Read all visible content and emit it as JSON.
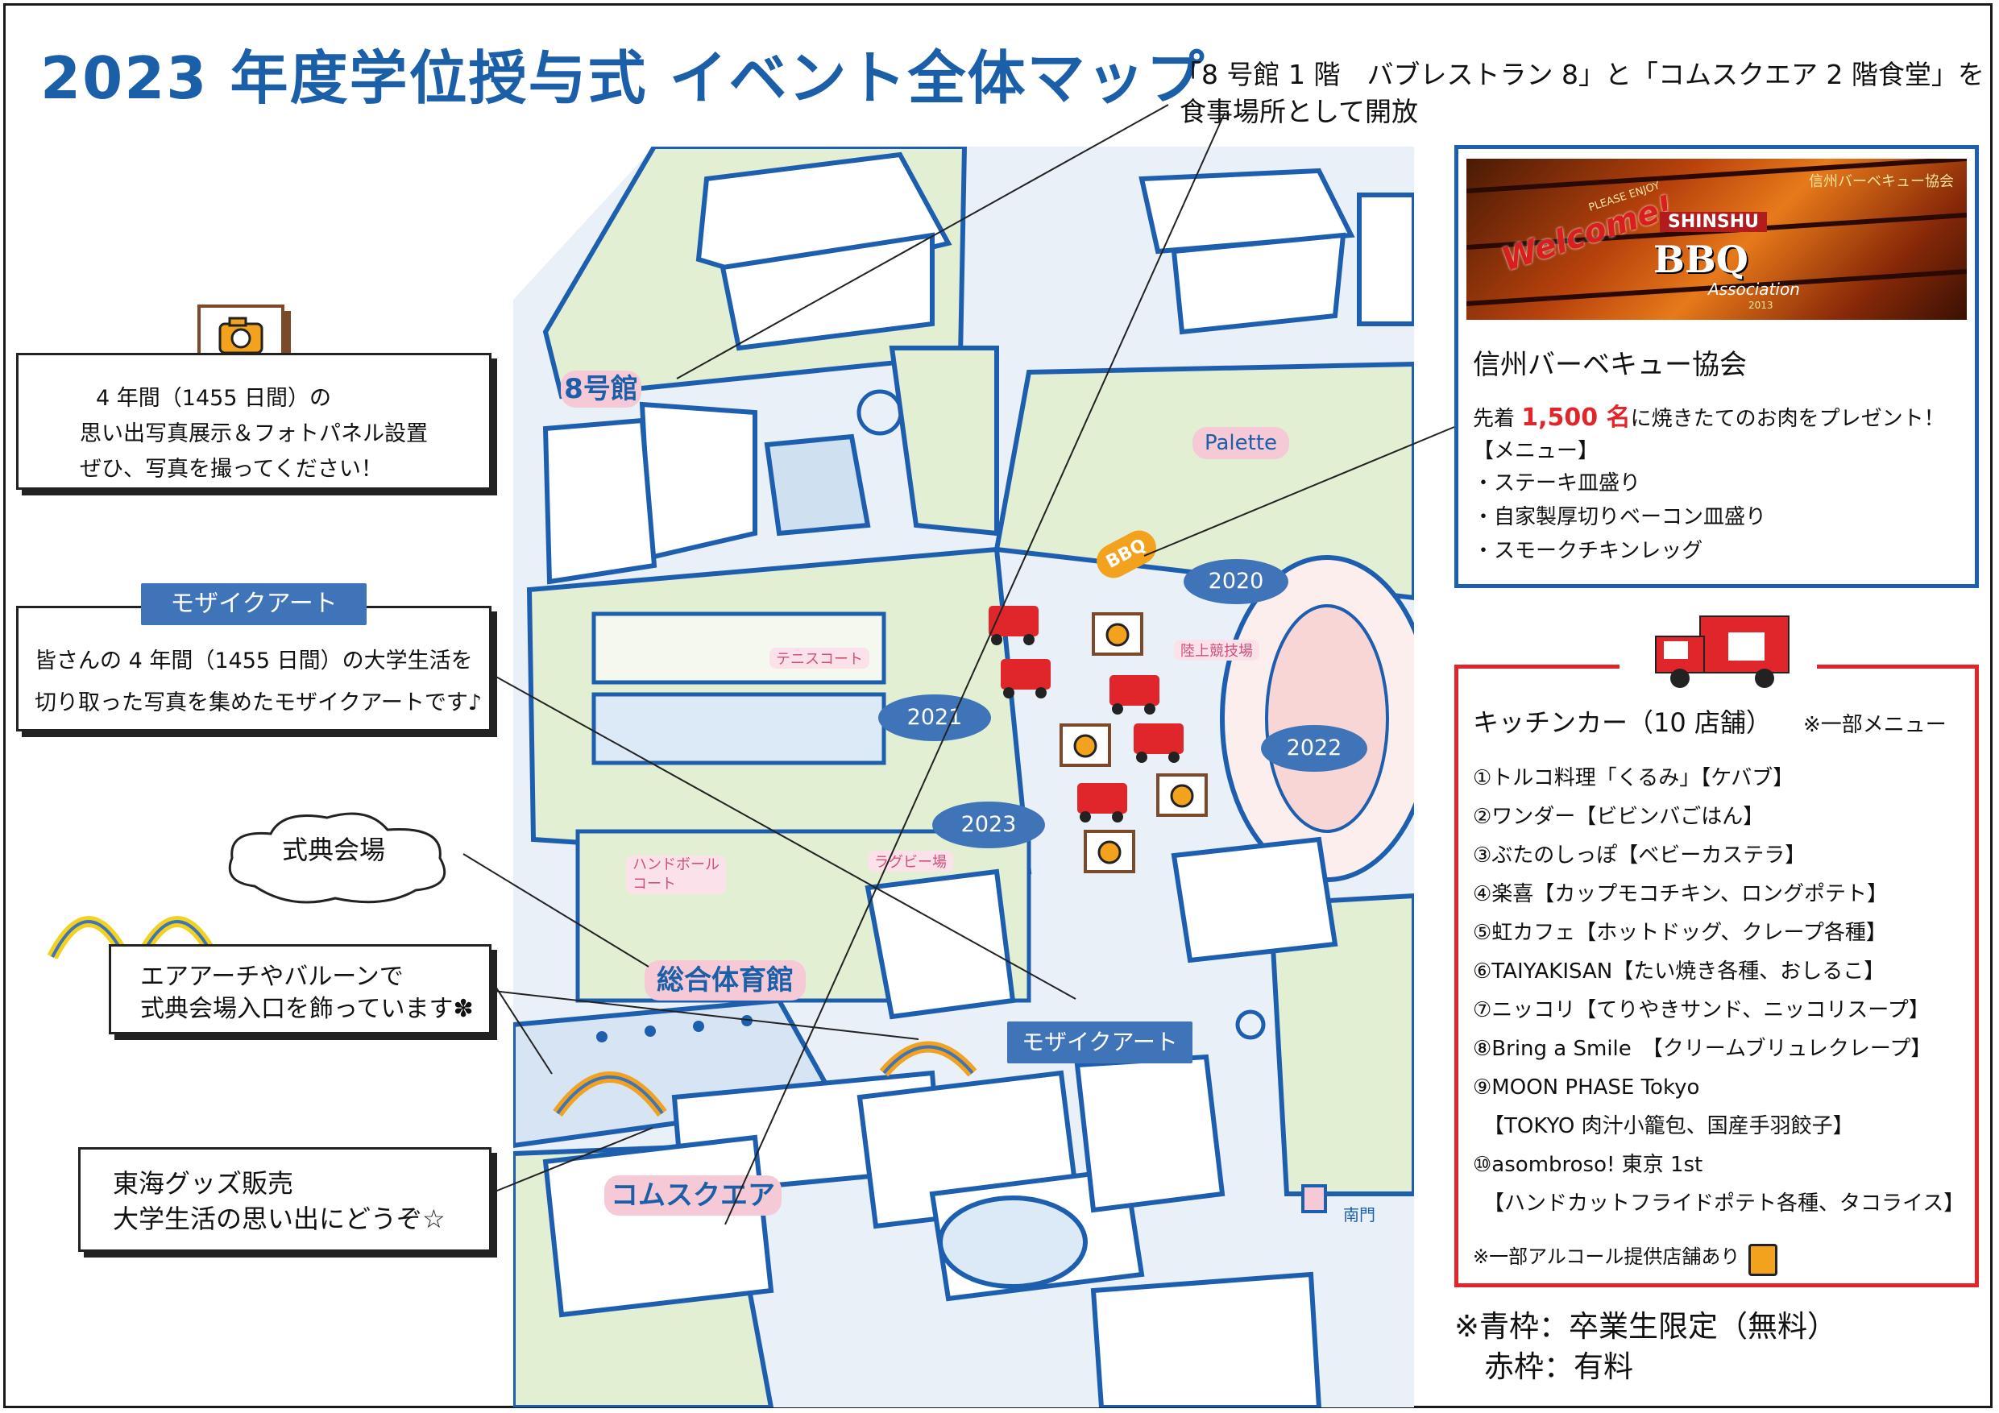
{
  "title": "2023 年度学位授与式 イベント全体マップ",
  "top_note": {
    "line1": "「8 号館 1 階　バブレストラン 8」と「コムスクエア 2 階食堂」を",
    "line2": "食事場所として開放"
  },
  "photo_box": {
    "line1": "4 年間（1455 日間）の",
    "line2": "思い出写真展示＆フォトパネル設置",
    "line3": "ぜひ、写真を撮ってください！"
  },
  "mosaic_box": {
    "ribbon": "モザイクアート",
    "line1": "皆さんの 4 年間（1455 日間）の大学生活を",
    "line2": "切り取った写真を集めたモザイクアートです♪"
  },
  "ceremony_cloud": "式典会場",
  "arch_box": {
    "line1": "エアアーチやバルーンで",
    "line2": "式典会場入口を飾っています✽"
  },
  "goods_box": {
    "line1": "東海グッズ販売",
    "line2": "大学生活の思い出にどうぞ☆"
  },
  "map": {
    "bldg8": "8号館",
    "palette": "Palette",
    "gym": "総合体育館",
    "comsquare": "コムスクエア",
    "mosaic": "モザイクアート",
    "tennis": "テニスコート",
    "rugby": "ラグビー場",
    "handball_1": "ハンドボール",
    "handball_2": "コート",
    "track": "陸上競技場",
    "south_gate": "南門",
    "bbq_tag": "BBQ",
    "year_2020": "2020",
    "year_2021": "2021",
    "year_2022": "2022",
    "year_2023": "2023"
  },
  "bbq": {
    "banner_org": "信州バーベキュー協会",
    "banner_welcome": "Welcome!",
    "banner_enjoy": "PLEASE ENJOY",
    "banner_shinshu": "SHINSHU",
    "banner_bbq": "BBQ",
    "banner_association": "Association",
    "banner_year": "2013",
    "name": "信州バーベキュー協会",
    "offer_prefix": "先着 ",
    "offer_count": "1,500 名",
    "offer_suffix": "に焼きたてのお肉をプレゼント！",
    "menu_header": "【メニュー】",
    "menu": [
      "・ステーキ皿盛り",
      "・自家製厚切りベーコン皿盛り",
      "・スモークチキンレッグ"
    ]
  },
  "kitchen": {
    "title": "キッチンカー（10 店舗）",
    "note": "※一部メニュー",
    "items": [
      "①トルコ料理「くるみ」【ケバブ】",
      "②ワンダー【ビビンバごはん】",
      "③ぶたのしっぽ【ベビーカステラ】",
      "④楽喜【カップモコチキン、ロングポテト】",
      "⑤虹カフェ【ホットドッグ、クレープ各種】",
      "⑥TAIYAKISAN【たい焼き各種、おしるこ】",
      "⑦ニッコリ【てりやきサンド、ニッコリスープ】",
      "⑧Bring a Smile　【クリームブリュレクレープ】",
      "⑨MOON PHASE Tokyo",
      "　【TOKYO 肉汁小籠包、国産手羽餃子】",
      "⑩asombroso! 東京 1st",
      "　【ハンドカットフライドポテト各種、タコライス】"
    ],
    "alcohol": "※一部アルコール提供店舗あり"
  },
  "footnote": {
    "blue": "※青枠：卒業生限定（無料）",
    "red": "　赤枠：有料"
  },
  "colors": {
    "accent_blue": "#1d5fae",
    "accent_red": "#e0262b",
    "map_green": "#e3efd2",
    "map_ground": "#e8f0f8",
    "label_pink": "#f6c9d6"
  }
}
